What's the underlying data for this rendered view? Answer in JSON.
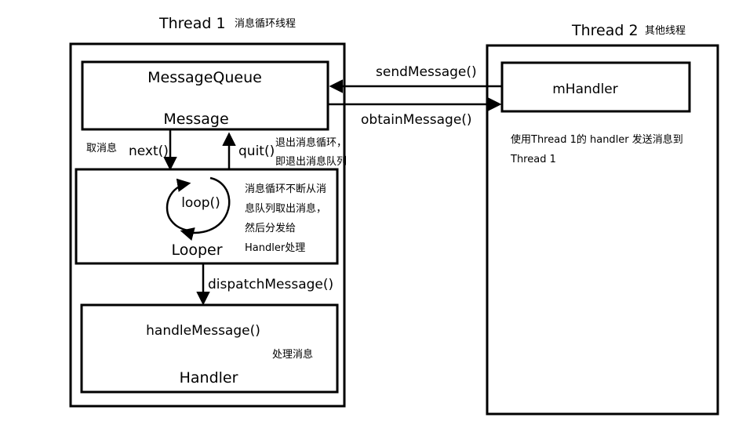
{
  "thread1": {
    "title": "Thread 1",
    "subtitle": "消息循环线程"
  },
  "thread2": {
    "title": "Thread 2",
    "subtitle": "其他线程"
  },
  "message_queue": {
    "title": "MessageQueue",
    "item": "Message"
  },
  "looper": {
    "loop_label": "loop()",
    "title": "Looper",
    "note_lines": [
      "消息循环不断从消",
      "息队列取出消息，",
      "然后分发给",
      "Handler处理"
    ]
  },
  "handler": {
    "method": "handleMessage()",
    "title": "Handler",
    "note": "处理消息"
  },
  "edges": {
    "next_label": "next()",
    "next_note": "取消息",
    "quit_label": "quit()",
    "quit_note_lines": [
      "退出消息循环，",
      "即退出消息队列"
    ],
    "dispatch_label": "dispatchMessage()",
    "send_label": "sendMessage()",
    "obtain_label": "obtainMessage()"
  },
  "m_handler": {
    "title": "mHandler",
    "note_lines": [
      "使用Thread 1的 handler 发送消息到",
      "Thread 1"
    ]
  }
}
